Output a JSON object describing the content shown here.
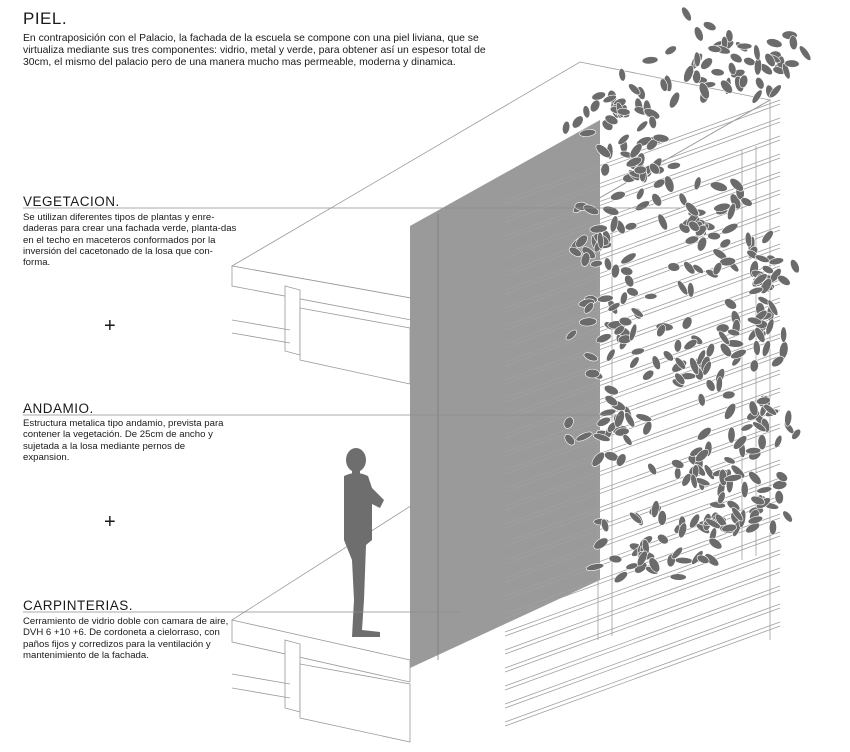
{
  "header": {
    "title": "PIEL.",
    "intro": "En contraposición con el Palacio, la fachada de la escuela se compone con una piel liviana, que se virtualiza mediante sus tres componentes: vidrio, metal y verde, para obtener así un espesor total de 30cm, el mismo del palacio pero de una manera mucho mas permeable, moderna y dinamica."
  },
  "sections": [
    {
      "title": "VEGETACION.",
      "text": "Se utilizan diferentes tipos de plantas y enre-daderas para crear una fachada verde, planta-das en el techo en maceteros conformados por la inversión del cacetonado de la losa que con-forma."
    },
    {
      "title": "ANDAMIO.",
      "text": "Estructura metalica tipo andamio, prevista para contener la vegetación. De 25cm de ancho y sujetada a la losa mediante pernos de expansion."
    },
    {
      "title": "CARPINTERIAS.",
      "text": "Cerramiento de vidrio doble con camara de aire, DVH 6 +10 +6. De cordoneta a cielorraso, con paños fijos y corredizos para la ventilación y mantenimiento de la fachada."
    }
  ],
  "plus_symbol": "+",
  "colors": {
    "glass": "#9a9a9a",
    "leaf": "#6b6b6b",
    "figure": "#6e6e6e",
    "line": "#8c8c8c"
  }
}
